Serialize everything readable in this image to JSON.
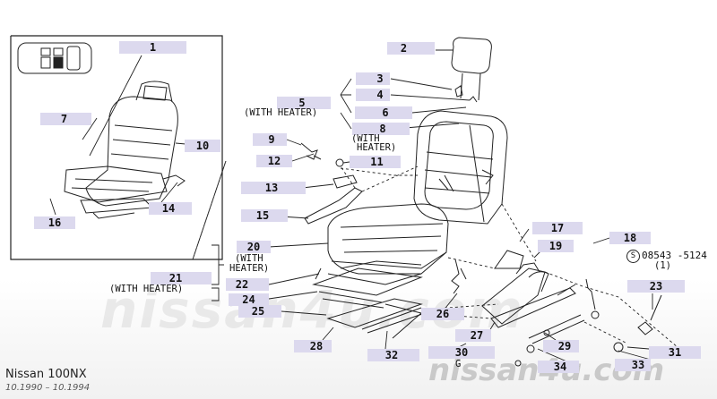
{
  "footer": {
    "title": "Nissan 100NX",
    "dates": "10.1990 – 10.1994"
  },
  "watermarks": {
    "big": "nissan4u.com",
    "small": "nissan4u.com"
  },
  "callouts": [
    "1",
    "2",
    "3",
    "4",
    "5",
    "6",
    "7",
    "8",
    "9",
    "10",
    "11",
    "12",
    "13",
    "14",
    "15",
    "16",
    "17",
    "18",
    "19",
    "20",
    "21",
    "22",
    "23",
    "24",
    "25",
    "26",
    "27",
    "28",
    "29",
    "30",
    "31",
    "32",
    "33",
    "34"
  ],
  "notes": {
    "with_heater": "(WITH HEATER)",
    "with": "(WITH",
    "heater": "HEATER)",
    "screw_part": "08543 -5124",
    "screw_qty": "(1)",
    "s_symbol": "S",
    "sub_g": "G"
  }
}
